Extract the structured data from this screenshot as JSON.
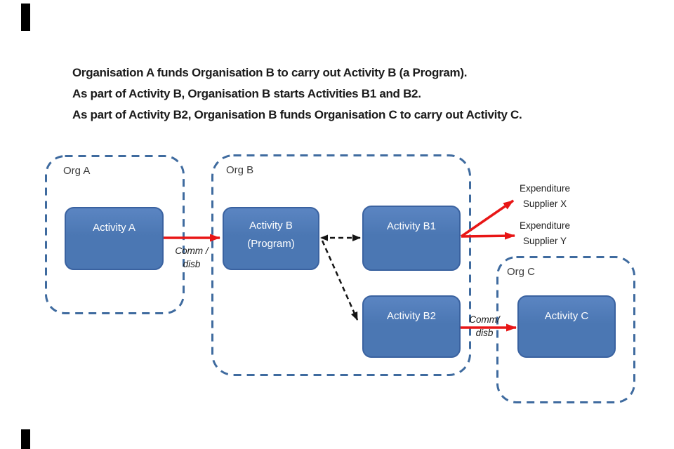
{
  "title": {
    "lines": [
      "Organisation A funds Organisation B to carry out Activity B (a Program).",
      "As part of Activity B, Organisation B starts Activities B1 and B2.",
      "As part of Activity B2, Organisation B funds Organisation C to carry out Activity C."
    ]
  },
  "orgs": {
    "a": {
      "label": "Org A"
    },
    "b": {
      "label": "Org B"
    },
    "c": {
      "label": "Org C"
    }
  },
  "activities": {
    "a": {
      "label": "Activity A"
    },
    "b": {
      "line1": "Activity B",
      "line2": "(Program)"
    },
    "b1": {
      "label": "Activity B1"
    },
    "b2": {
      "label": "Activity B2"
    },
    "c": {
      "label": "Activity C"
    }
  },
  "annotations": {
    "comm_disb_ab": {
      "line1": "Comm /",
      "line2": "disb"
    },
    "comm_disb_b2c": {
      "line1": "Comm/",
      "line2": "disb"
    },
    "expenditure_x": {
      "line1": "Expenditure",
      "line2": "Supplier X"
    },
    "expenditure_y": {
      "line1": "Expenditure",
      "line2": "Supplier Y"
    }
  },
  "colors": {
    "activity_fill": "#4b77b3",
    "activity_border": "#3a62a0",
    "org_dashed_border": "#3f6b9f",
    "arrow_red": "#e81616",
    "arrow_dashed_black": "#141414",
    "edge_bar": "#000000"
  }
}
